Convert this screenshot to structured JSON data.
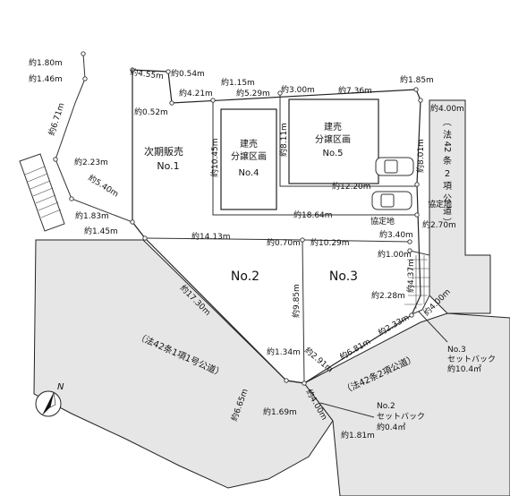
{
  "lots": {
    "next_sale": {
      "line1": "次期販売",
      "line2": "No.1"
    },
    "no2": "No.2",
    "no3": "No.3"
  },
  "buildings": {
    "no4": {
      "line1": "建売",
      "line2": "分譲区画",
      "line3": "No.4"
    },
    "no5": {
      "line1": "建売",
      "line2": "分譲区画",
      "line3": "No.5"
    }
  },
  "roads": {
    "road_sw": "（法42条1項1号公道）",
    "road_se": "（法42条2項公道）",
    "road_e_chars": [
      "（",
      "法",
      "42",
      "条",
      "2",
      "項",
      "公",
      "道",
      "）"
    ]
  },
  "agreement": {
    "a": "協定地",
    "b": "協定地"
  },
  "setbacks": {
    "no3": {
      "line1": "No.3",
      "line2": "セットバック",
      "line3": "約10.4㎡"
    },
    "no2": {
      "line1": "No.2",
      "line2": "セットバック",
      "line3": "約0.4㎡"
    }
  },
  "north": "N",
  "dimensions": {
    "d180": "約1.80m",
    "d146": "約1.46m",
    "d671": "約6.71m",
    "d223": "約2.23m",
    "d540": "約5.40m",
    "d183": "約1.83m",
    "d145": "約1.45m",
    "d455": "約4.55m",
    "d054": "約0.54m",
    "d052": "約0.52m",
    "d421": "約4.21m",
    "d115": "約1.15m",
    "d529": "約5.29m",
    "d300": "約3.00m",
    "d736": "約7.36m",
    "d185": "約1.85m",
    "d400a": "約4.00m",
    "d1045": "約10.45m",
    "d811": "約8.11m",
    "d801": "約8.01m",
    "d1220": "約12.20m",
    "d1864": "約18.64m",
    "d340": "約3.40m",
    "d270": "約2.70m",
    "d1413": "約14.13m",
    "d070": "約0.70m",
    "d1029": "約10.29m",
    "d100": "約1.00m",
    "d437": "約4.37m",
    "d228": "約2.28m",
    "d1730": "約17.30m",
    "d985": "約9.85m",
    "d400b": "約4.00m",
    "d233": "約2.33m",
    "d681": "約6.81m",
    "d291": "約2.91m",
    "d134": "約1.34m",
    "d665": "約6.65m",
    "d169": "約1.69m",
    "d400c": "約4.00m",
    "d181": "約1.81m"
  }
}
